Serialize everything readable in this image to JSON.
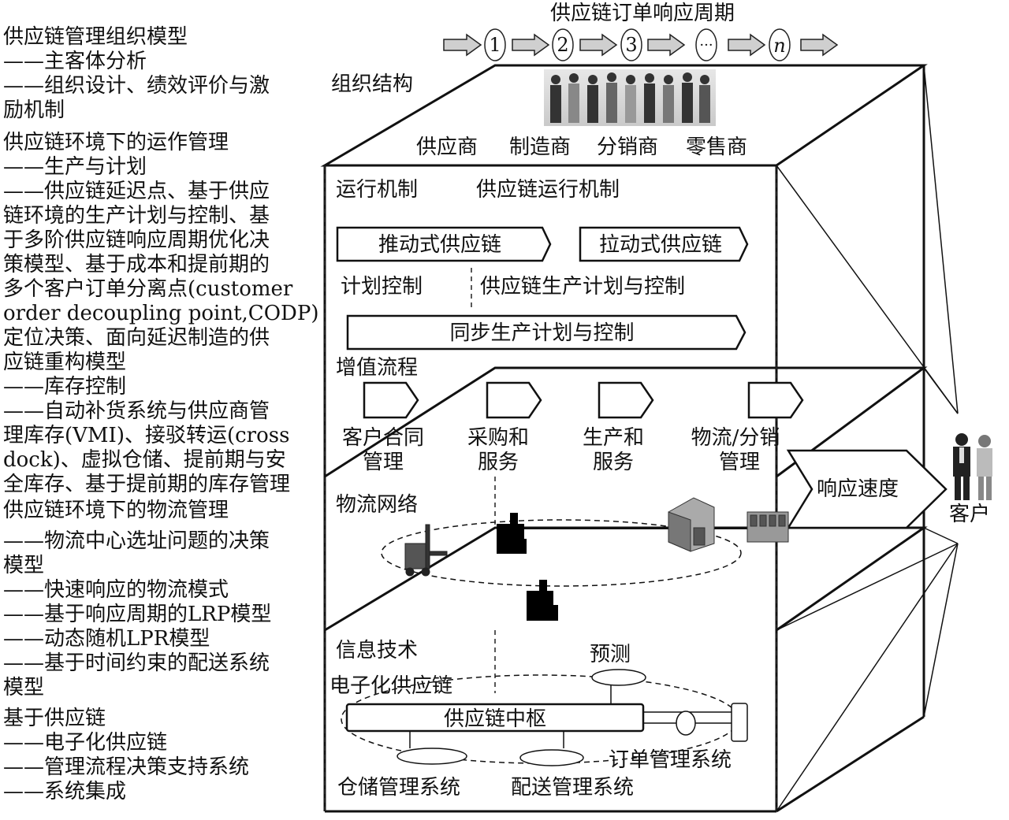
{
  "left_text": {
    "lines": [
      "供应链管理组织模型",
      "——主客体分析",
      "——组织设计、绩效评价与激",
      "励机制",
      "供应链环境下的运作管理",
      "——生产与计划",
      "——供应链延迟点、基于供应",
      "链环境的生产计划与控制、基",
      "于多阶供应链响应周期优化决",
      "策模型、基于成本和提前期的",
      "多个客户订单分离点(customer",
      "order decoupling point,CODP)",
      "定位决策、面向延迟制造的供",
      "应链重构模型",
      "——库存控制",
      "——自动补货系统与供应商管",
      "理库存(VMI)、接驳转运(cross",
      "dock)、虚拟仓储、提前期与安",
      "全库存、基于提前期的库存管理",
      "供应链环境下的物流管理",
      "——物流中心选址问题的决策",
      "模型",
      "——快速响应的物流模式",
      "——基于响应周期的LRP模型",
      "——动态随机LPR模型",
      "——基于时间约束的配送系统",
      "模型",
      "基于供应链",
      "——电子化供应链",
      "——管理流程决策支持系统",
      "——系统集成"
    ]
  },
  "cycle": {
    "title": "供应链订单响应周期",
    "steps": [
      "1",
      "2",
      "3",
      "···",
      "n"
    ]
  },
  "organization": {
    "title": "组织结构",
    "members": [
      "供应商",
      "制造商",
      "分销商",
      "零售商"
    ]
  },
  "operation": {
    "title": "运行机制",
    "subtitle": "供应链运行机制",
    "push": "推动式供应链",
    "pull": "拉动式供应链",
    "plan_label": "计划控制",
    "plan_title": "供应链生产计划与控制",
    "sync": "同步生产计划与控制"
  },
  "value_flow": {
    "title": "增值流程",
    "steps": [
      {
        "line1": "客户合同",
        "line2": "管理"
      },
      {
        "line1": "采购和",
        "line2": "服务"
      },
      {
        "line1": "生产和",
        "line2": "服务"
      },
      {
        "line1": "物流/分销",
        "line2": "管理"
      }
    ],
    "response": "响应速度"
  },
  "logistics": {
    "title": "物流网络"
  },
  "it": {
    "title": "信息技术",
    "esc": "电子化供应链",
    "forecast": "预测",
    "hub": "供应链中枢",
    "order_mgmt": "订单管理系统",
    "warehouse": "仓储管理系统",
    "delivery": "配送管理系统"
  },
  "customer": {
    "label": "客户"
  }
}
